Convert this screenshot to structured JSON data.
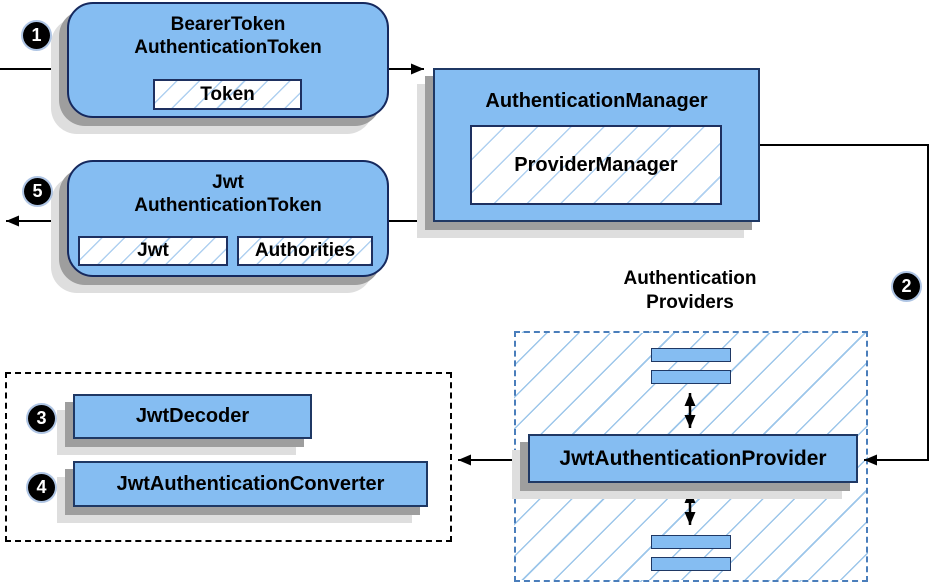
{
  "nodes": {
    "bearer_token_authentication_token": {
      "title_line1": "BearerToken",
      "title_line2": "AuthenticationToken",
      "fields": {
        "token": "Token"
      }
    },
    "authentication_manager": {
      "title": "AuthenticationManager",
      "implementation": "ProviderManager"
    },
    "jwt_authentication_token": {
      "title_line1": "Jwt",
      "title_line2": "AuthenticationToken",
      "fields": {
        "jwt": "Jwt",
        "authorities": "Authorities"
      }
    },
    "authentication_providers_group": {
      "label_line1": "Authentication",
      "label_line2": "Providers",
      "provider": "JwtAuthenticationProvider"
    },
    "jwt_decoder": {
      "title": "JwtDecoder"
    },
    "jwt_authentication_converter": {
      "title": "JwtAuthenticationConverter"
    }
  },
  "step_badges": {
    "step1": "1",
    "step2": "2",
    "step3": "3",
    "step4": "4",
    "step5": "5"
  },
  "colors": {
    "node_fill": "#85BDF2",
    "node_border": "#1F3864",
    "rounded_border": "#16295E",
    "hatch_line": "#A8CDF0",
    "group_dash_blue": "#4A7EBB",
    "group_dash_black": "#000000",
    "arrow": "#000000",
    "badge_background": "#000000",
    "badge_text": "#FFFFFF",
    "shadow_dark": "#9E9E9E",
    "shadow_light": "#DEDEDE"
  }
}
